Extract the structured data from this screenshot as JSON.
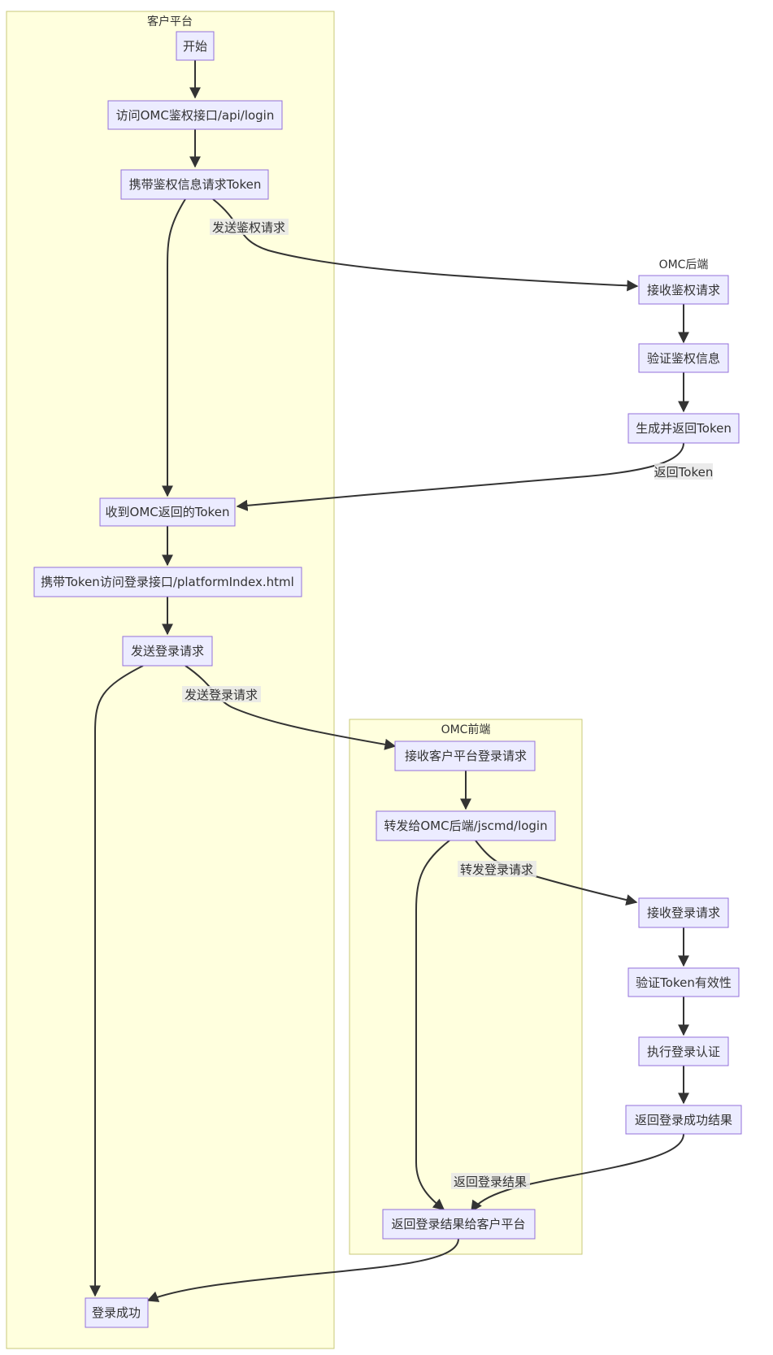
{
  "clusters": {
    "client": "客户平台",
    "backend": "OMC后端",
    "frontend": "OMC前端"
  },
  "nodes": {
    "start": "开始",
    "access_api": "访问OMC鉴权接口/api/login",
    "req_token": "携带鉴权信息请求Token",
    "recv_auth": "接收鉴权请求",
    "verify_auth": "验证鉴权信息",
    "gen_token": "生成并返回Token",
    "got_token": "收到OMC返回的Token",
    "access_login": "携带Token访问登录接口/platformIndex.html",
    "send_login": "发送登录请求",
    "recv_client_login": "接收客户平台登录请求",
    "forward": "转发给OMC后端/jscmd/login",
    "recv_login": "接收登录请求",
    "verify_token": "验证Token有效性",
    "exec_auth": "执行登录认证",
    "return_success": "返回登录成功结果",
    "return_to_client": "返回登录结果给客户平台",
    "login_success": "登录成功"
  },
  "edge_labels": {
    "send_auth": "发送鉴权请求",
    "return_token": "返回Token",
    "send_login": "发送登录请求",
    "forward_login": "转发登录请求",
    "return_result": "返回登录结果"
  }
}
